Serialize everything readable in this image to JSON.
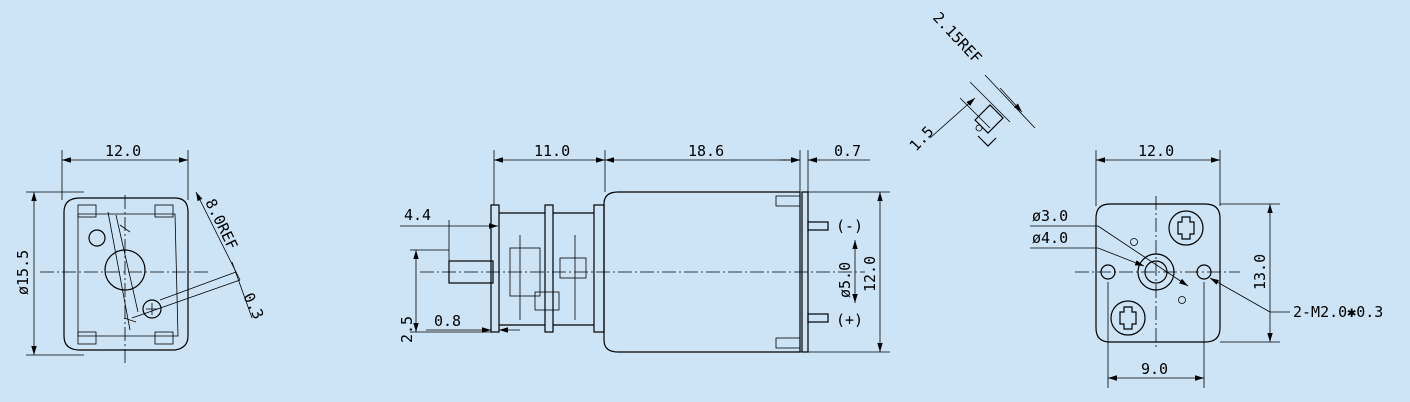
{
  "front_view": {
    "width_dim": "12.0",
    "diameter_dim": "ø15.5",
    "ref_dim": "8.0REF",
    "gap_dim": "0.3"
  },
  "side_view": {
    "gearbox_len": "11.0",
    "motor_len": "18.6",
    "end_cap_len": "0.7",
    "shaft_len": "4.4",
    "flange_thk": "0.8",
    "shaft_offset": "2.5",
    "shaft_dia": "ø5.0",
    "height": "12.0",
    "term_neg": "(-)",
    "term_pos": "(+)"
  },
  "terminal_detail": {
    "ref_dim": "2.15REF",
    "thk_dim": "1.5"
  },
  "rear_view": {
    "width_dim": "12.0",
    "hole_d1": "ø3.0",
    "hole_d2": "ø4.0",
    "height_dim": "13.0",
    "thread_note": "2-M2.0✱0.3",
    "spacing_dim": "9.0"
  }
}
